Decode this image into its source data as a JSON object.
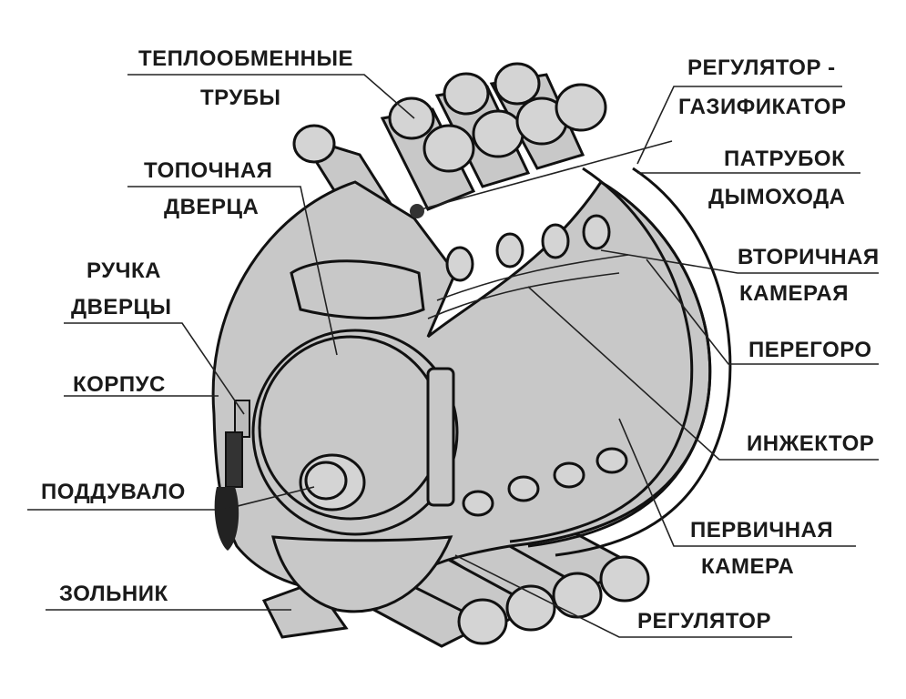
{
  "labels": {
    "heat_pipes_1": "ТЕПЛООБМЕННЫЕ",
    "heat_pipes_2": "ТРУБЫ",
    "fire_door_1": "ТОПОЧНАЯ",
    "fire_door_2": "ДВЕРЦА",
    "door_handle_1": "РУЧКА",
    "door_handle_2": "ДВЕРЦЫ",
    "body": "КОРПУС",
    "blower": "ПОДДУВАЛО",
    "ash_pan": "ЗОЛЬНИК",
    "gasifier_1": "РЕГУЛЯТОР -",
    "gasifier_2": "ГАЗИФИКАТОР",
    "flue_1": "ПАТРУБОК",
    "flue_2": "ДЫМОХОДА",
    "secondary_1": "ВТОРИЧНАЯ",
    "secondary_2": "КАМЕРАЯ",
    "partition": "ПЕРЕГОРО",
    "injector": "ИНЖЕКТОР",
    "primary_1": "ПЕРВИЧНАЯ",
    "primary_2": "КАМЕРА",
    "regulator": "РЕГУЛЯТОР"
  }
}
